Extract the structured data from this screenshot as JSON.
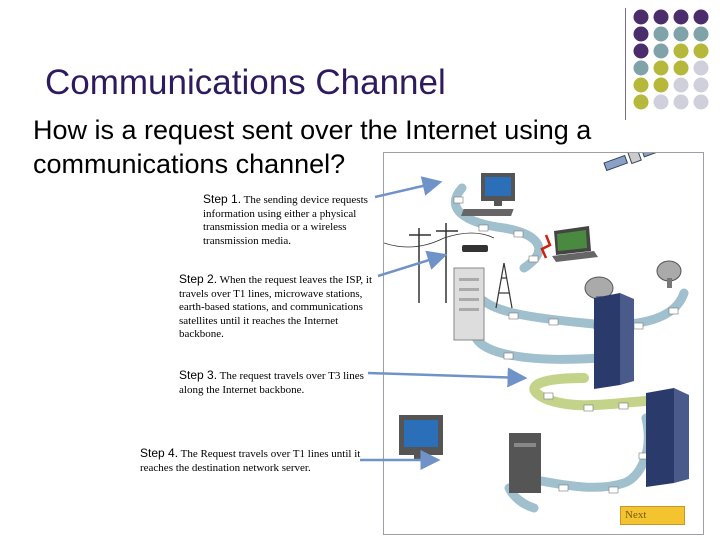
{
  "slide": {
    "title": "Communications Channel",
    "question": "How is a request sent over the Internet using a communications channel?"
  },
  "steps": [
    {
      "label": "Step 1.",
      "text": "The sending device requests information using either a physical transmission media or a wireless transmission media."
    },
    {
      "label": "Step 2.",
      "text": "When the request leaves the ISP, it travels over T1 lines, microwave stations, earth-based stations, and communications satellites until it reaches the Internet backbone."
    },
    {
      "label": "Step 3.",
      "text": "The request travels over T3 lines along the Internet backbone."
    },
    {
      "label": "Step 4.",
      "text": "The Request travels over T1 lines until it reaches the destination network server."
    }
  ],
  "nav": {
    "next_label": "Next"
  },
  "colors": {
    "title": "#2e1a5e",
    "dot_purple": "#4b2d6b",
    "dot_teal": "#7fa3a8",
    "dot_olive": "#b5b83a",
    "dot_gray": "#d0d0dc",
    "arrow": "#6f93c9"
  }
}
